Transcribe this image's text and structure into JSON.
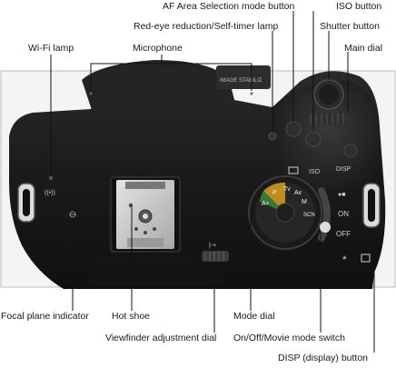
{
  "labels": {
    "af_area": "AF Area Selection mode button",
    "iso_button": "ISO button",
    "red_eye": "Red-eye reduction/Self-timer lamp",
    "shutter": "Shutter button",
    "wifi_lamp": "Wi-Fi lamp",
    "microphone": "Microphone",
    "main_dial": "Main dial",
    "focal_plane": "Focal plane indicator",
    "hot_shoe": "Hot shoe",
    "mode_dial": "Mode dial",
    "viewfinder_dial": "Viewfinder adjustment dial",
    "on_off_switch": "On/Off/Movie mode switch",
    "disp_button": "DISP (display) button"
  },
  "camera_marks": {
    "iso": "ISO",
    "disp": "DISP",
    "on": "ON",
    "off": "OFF",
    "lens_text": "IMAGE STABILIZ"
  },
  "colors": {
    "background": "#ffffff",
    "label_text": "#1a1a1a",
    "leader_line": "#111111",
    "camera_body": "#1c1c1c",
    "hot_shoe_metal": "#c8c8c8",
    "mode_dial_accent": "#d8a020"
  }
}
